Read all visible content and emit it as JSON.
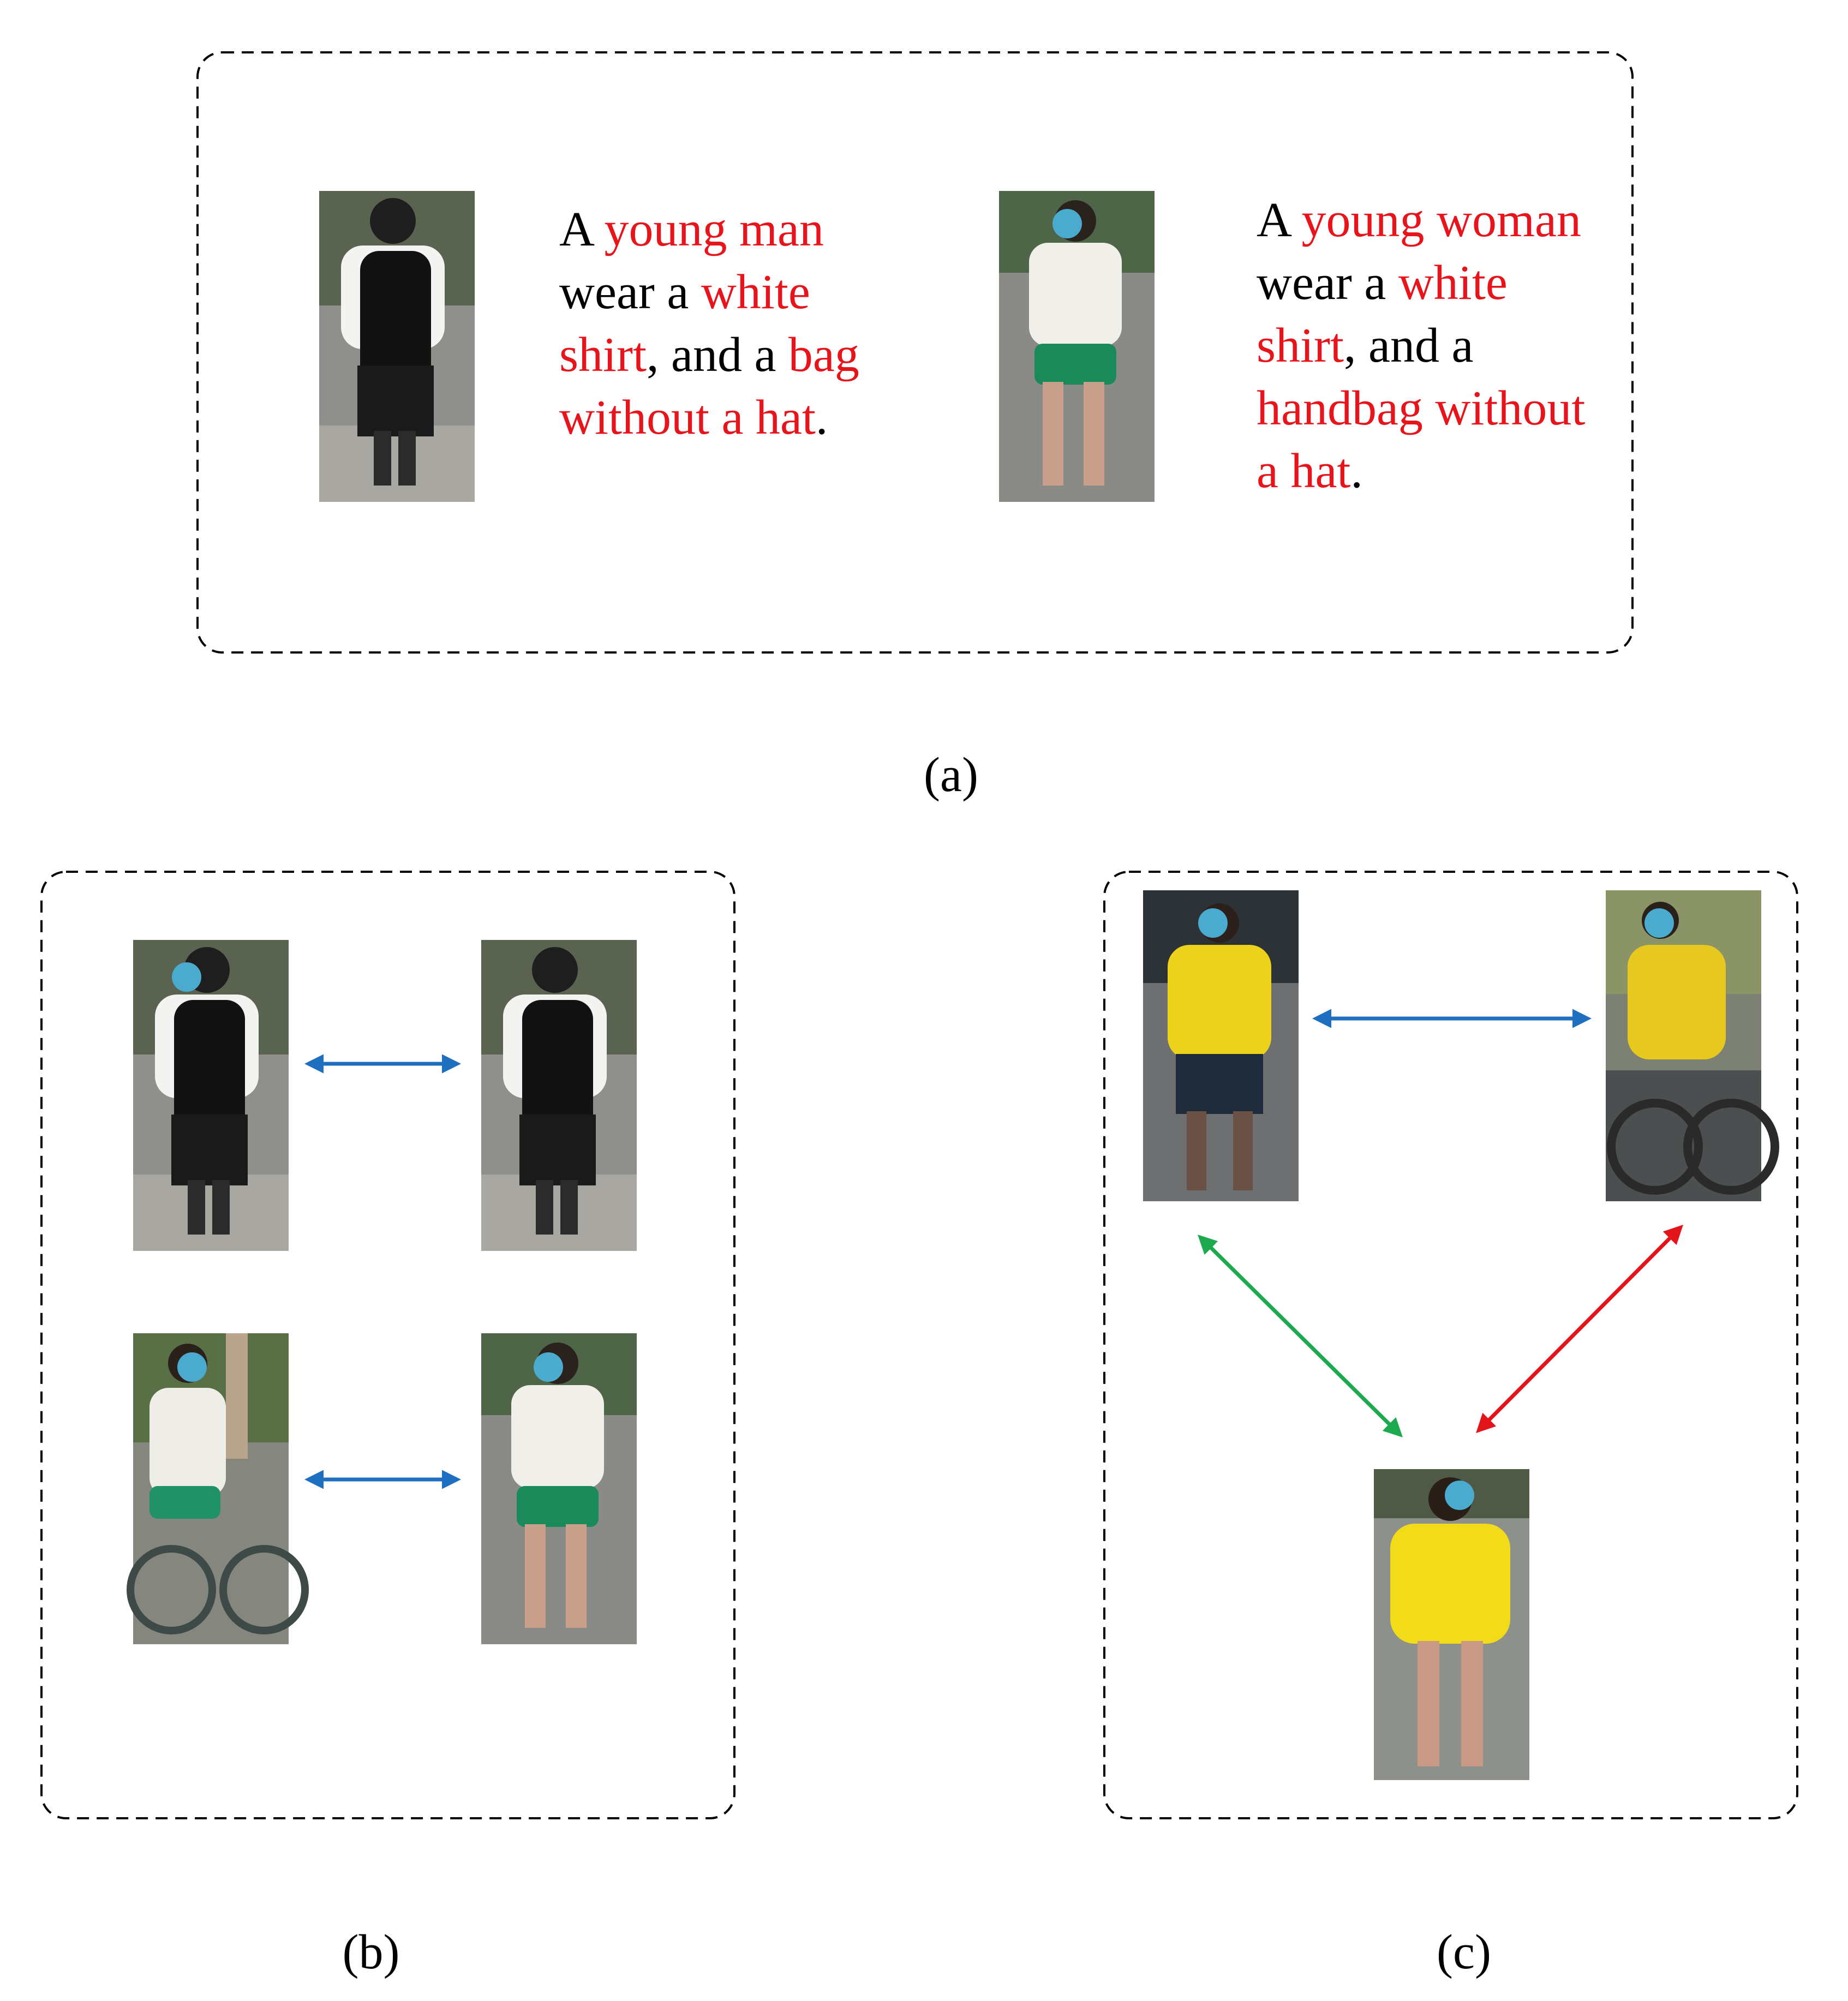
{
  "panel_a": {
    "caption": "(a)",
    "descriptions": [
      {
        "lines": [
          [
            {
              "t": "A ",
              "red": false
            },
            {
              "t": "young man",
              "red": true
            }
          ],
          [
            {
              "t": "wear a ",
              "red": false
            },
            {
              "t": "white",
              "red": true
            }
          ],
          [
            {
              "t": "shirt",
              "red": true
            },
            {
              "t": ", and a ",
              "red": false
            },
            {
              "t": "bag",
              "red": true
            }
          ],
          [
            {
              "t": "without a hat",
              "red": true
            },
            {
              "t": ".",
              "red": false
            }
          ]
        ]
      },
      {
        "lines": [
          [
            {
              "t": "A ",
              "red": false
            },
            {
              "t": "young woman",
              "red": true
            }
          ],
          [
            {
              "t": "wear a ",
              "red": false
            },
            {
              "t": "white",
              "red": true
            }
          ],
          [
            {
              "t": "shirt",
              "red": true
            },
            {
              "t": ", and a",
              "red": false
            }
          ],
          [
            {
              "t": "handbag without",
              "red": true
            }
          ],
          [
            {
              "t": "a hat",
              "red": true
            },
            {
              "t": ".",
              "red": false
            }
          ]
        ]
      }
    ]
  },
  "panel_b": {
    "caption": "(b)"
  },
  "panel_c": {
    "caption": "(c)"
  },
  "colors": {
    "text": "#000000",
    "highlight": "#e8141b",
    "arrow_blue": "#1f6fc1",
    "arrow_green": "#1daa4f",
    "arrow_red": "#e3141a",
    "face_blur": "#4aabcf",
    "box_border": "#000000"
  }
}
